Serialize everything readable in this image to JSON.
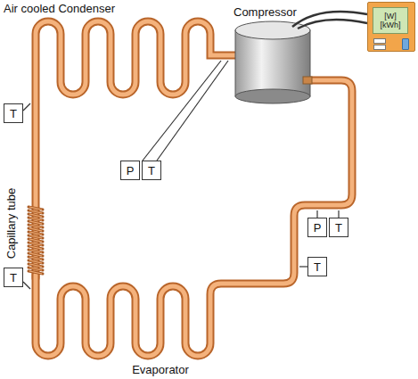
{
  "diagram": {
    "nodes": [
      {
        "text": [
          "[W] [kWh]"
        ]
      },
      {
        "text": [
          "T"
        ]
      },
      {
        "text": [
          "P"
        ]
      },
      {
        "text": [
          "T"
        ]
      },
      {
        "text": [
          "P"
        ]
      },
      {
        "text": [
          "T"
        ]
      },
      {
        "text": [
          "T"
        ]
      },
      {
        "text": [
          "T"
        ]
      }
    ],
    "labels": [
      "Air cooled Condenser",
      "Compressor",
      "Capillary tube",
      "Evaporator"
    ]
  }
}
